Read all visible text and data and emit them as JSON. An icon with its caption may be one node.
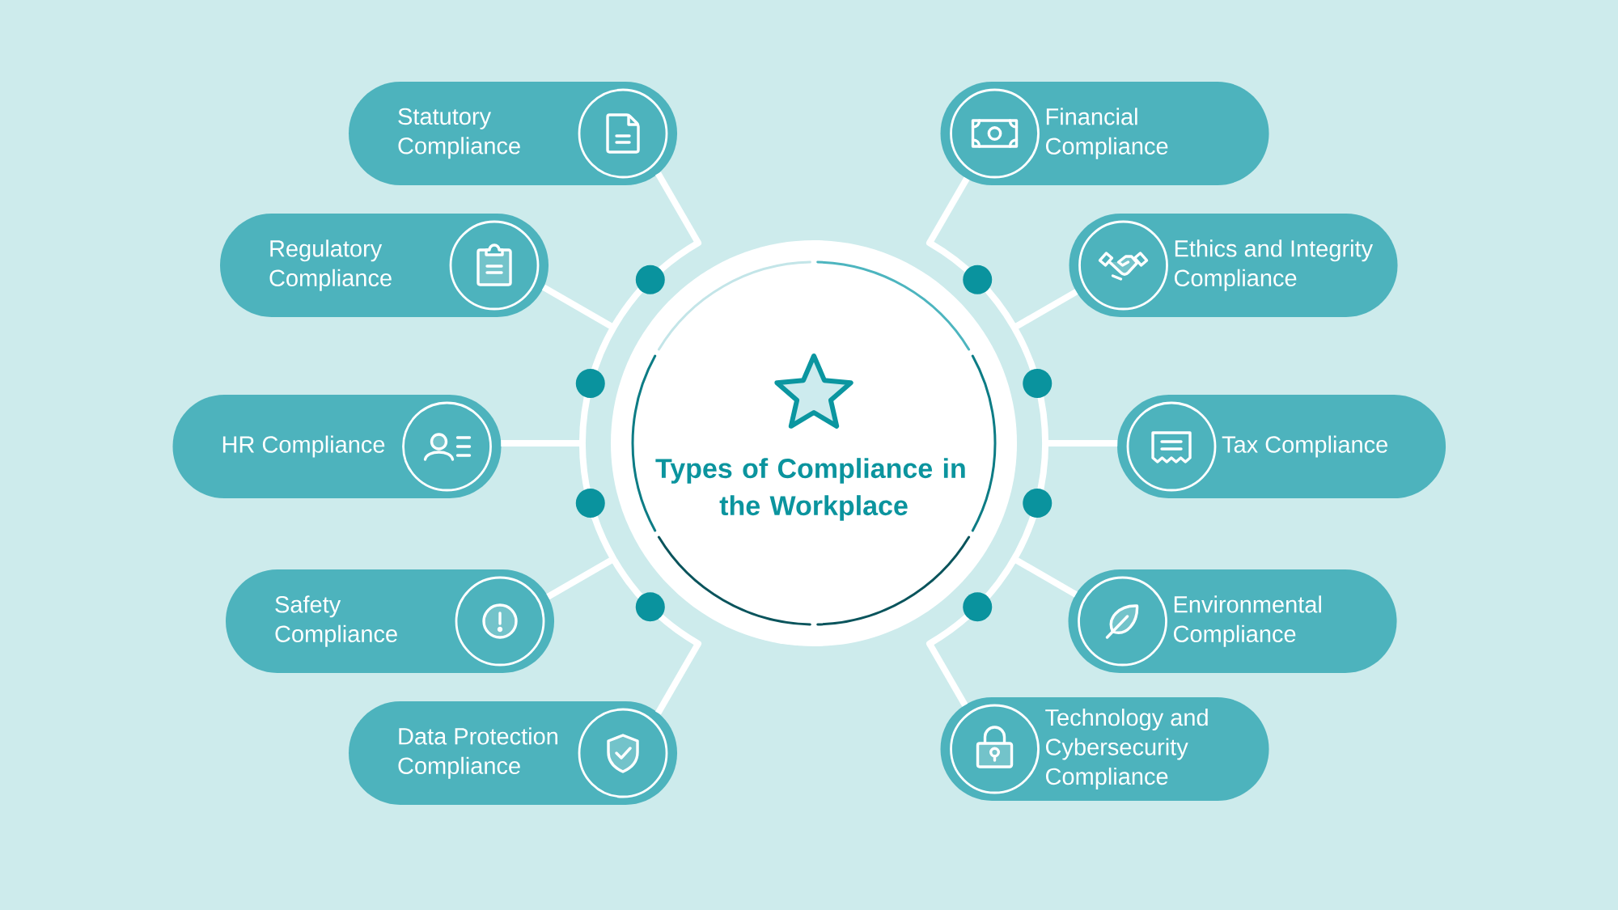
{
  "diagram": {
    "nodes": [
      {
        "text": [
          "Types of Compliance in the Workplace"
        ]
      },
      {
        "text": [
          "Statutory Compliance"
        ]
      },
      {
        "text": [
          "Regulatory Compliance"
        ]
      },
      {
        "text": [
          "HR Compliance"
        ]
      },
      {
        "text": [
          "Safety Compliance"
        ]
      },
      {
        "text": [
          "Data Protection Compliance"
        ]
      },
      {
        "text": [
          "Financial Compliance"
        ]
      },
      {
        "text": [
          "Ethics and Integrity Compliance"
        ]
      },
      {
        "text": [
          "Tax Compliance"
        ]
      },
      {
        "text": [
          "Environmental Compliance"
        ]
      },
      {
        "text": [
          "Technology and Cybersecurity Compliance"
        ]
      }
    ],
    "edges": [
      {
        "from": 0,
        "to": 1,
        "arrow": "none"
      },
      {
        "from": 0,
        "to": 2,
        "arrow": "none"
      },
      {
        "from": 0,
        "to": 3,
        "arrow": "none"
      },
      {
        "from": 0,
        "to": 4,
        "arrow": "none"
      },
      {
        "from": 0,
        "to": 5,
        "arrow": "none"
      },
      {
        "from": 0,
        "to": 6,
        "arrow": "none"
      },
      {
        "from": 0,
        "to": 7,
        "arrow": "none"
      },
      {
        "from": 0,
        "to": 8,
        "arrow": "none"
      },
      {
        "from": 0,
        "to": 9,
        "arrow": "none"
      },
      {
        "from": 0,
        "to": 10,
        "arrow": "none"
      }
    ]
  }
}
